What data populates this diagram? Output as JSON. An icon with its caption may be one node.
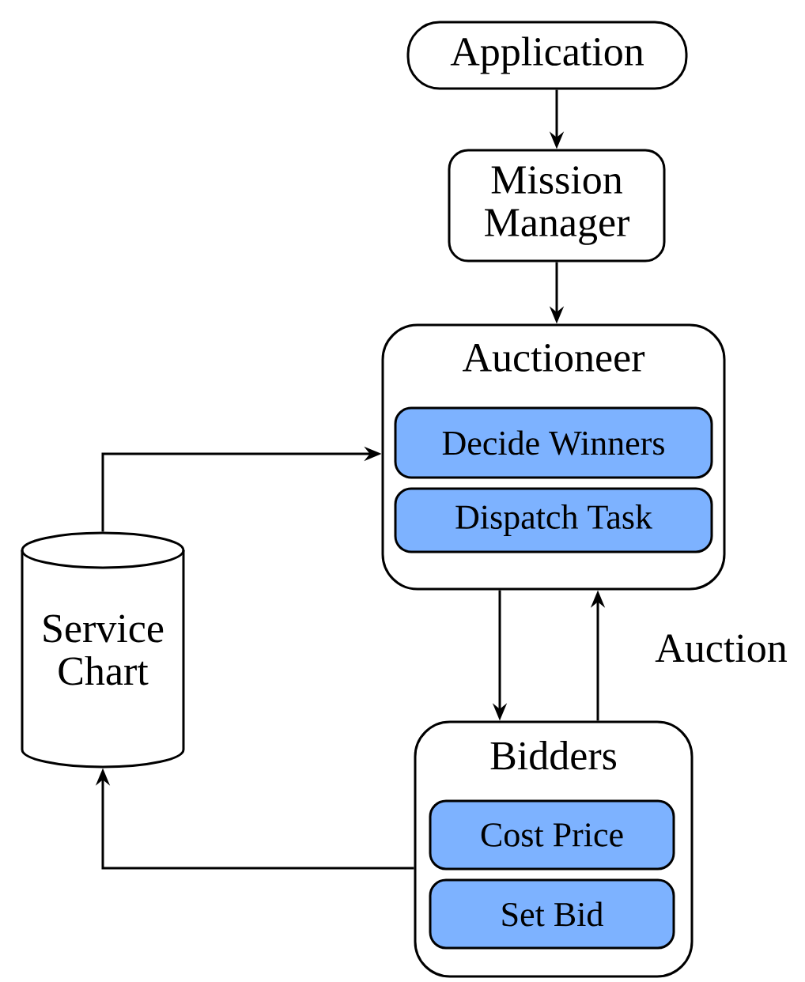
{
  "diagram": {
    "nodes": [
      {
        "text": [
          "Application"
        ]
      },
      {
        "text": [
          "Mission Manager"
        ]
      },
      {
        "text": [
          "Auctioneer"
        ]
      },
      {
        "text": [
          "Decide Winners"
        ],
        "in": 2
      },
      {
        "text": [
          "Dispatch Task"
        ],
        "in": 2
      },
      {
        "text": [
          "Service Chart"
        ]
      },
      {
        "text": [
          "Bidders"
        ]
      },
      {
        "text": [
          "Cost Price"
        ],
        "in": 6
      },
      {
        "text": [
          "Set Bid"
        ],
        "in": 6
      }
    ],
    "edges": [
      {
        "from": 0,
        "to": 1,
        "arrow": "to"
      },
      {
        "from": 1,
        "to": 2,
        "arrow": "to"
      },
      {
        "from": 5,
        "to": 2,
        "arrow": "to"
      },
      {
        "from": 2,
        "to": 6,
        "arrow": "to"
      },
      {
        "from": 6,
        "to": 2,
        "arrow": "to",
        "label": "Auction"
      },
      {
        "from": 6,
        "to": 5,
        "arrow": "to"
      }
    ]
  }
}
